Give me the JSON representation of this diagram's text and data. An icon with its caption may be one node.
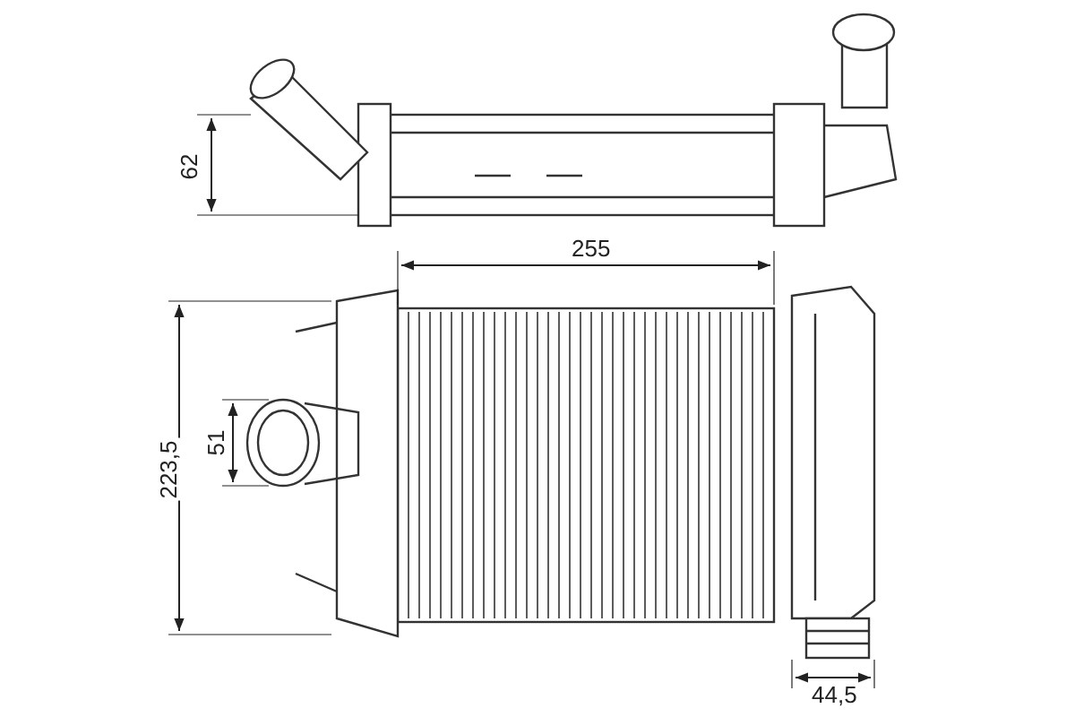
{
  "diagram": {
    "labels": [
      "62",
      "255",
      "51",
      "223,5",
      "44,5"
    ]
  }
}
